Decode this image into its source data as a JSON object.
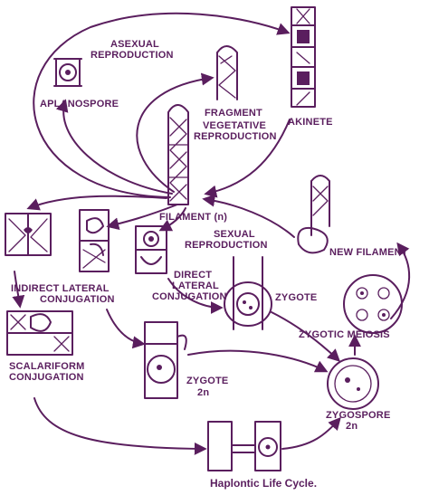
{
  "labels": {
    "asexual_1": "ASEXUAL",
    "asexual_2": "REPRODUCTION",
    "aplanospore": "APLANOSPORE",
    "fragment": "FRAGMENT",
    "akinete": "AKINETE",
    "vegetative_1": "VEGETATIVE",
    "vegetative_2": "REPRODUCTION",
    "filament": "FILAMENT (n)",
    "sexual_1": "SEXUAL",
    "sexual_2": "REPRODUCTION",
    "new_filament": "NEW FILAMENT",
    "indirect_1": "INDIRECT LATERAL",
    "indirect_2": "CONJUGATION",
    "direct_1": "DIRECT",
    "direct_2": "LATERAL",
    "direct_3": "CONJUGATION",
    "zygote_right": "ZYGOTE",
    "zygotic_meiosis": "ZYGOTIC MEIOSIS",
    "scalariform_1": "SCALARIFORM",
    "scalariform_2": "CONJUGATION",
    "zygote_2n_1": "ZYGOTE",
    "zygote_2n_2": "2n",
    "zygospore_1": "ZYGOSPORE",
    "zygospore_2": "2n"
  },
  "caption": "Haplontic Life Cycle.",
  "colors": {
    "ink": "#5a1e5e",
    "background": "#ffffff"
  }
}
